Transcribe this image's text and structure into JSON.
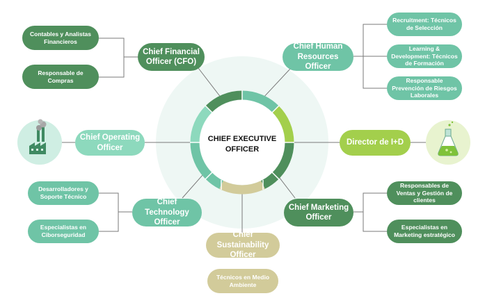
{
  "center": {
    "title": "CHIEF EXECUTIVE OFFICER"
  },
  "executives": {
    "cfo": "Chief Financial Officer (CFO)",
    "chro": "Chief Human Resources Officer",
    "coo": "Chief Operating Officer",
    "rd": "Director de I+D",
    "cto": "Chief Technology Officer",
    "cmo": "Chief Marketing Officer",
    "cso": "Chief Sustainability Officer"
  },
  "teams": {
    "cfo": [
      "Contables y Analistas Financieros",
      "Responsable de Compras"
    ],
    "chro": [
      "Recruitment: Técnicos de Selección",
      "Learning & Development: Técnicos de Formación",
      "Responsable Prevención de Riesgos Laborales"
    ],
    "cto": [
      "Desarrolladores y Soporte Técnico",
      "Especialistas en Ciborseguridad"
    ],
    "cmo": [
      "Responsables de Ventas y Gestión de clientes",
      "Especialistas en Marketing estratégico"
    ],
    "cso": [
      "Técnicos en Medio Ambiente"
    ]
  },
  "icons": {
    "factory": "factory-icon",
    "flask": "flask-icon"
  },
  "colors": {
    "dark_green": "#4f8f5c",
    "teal": "#6fc4a6",
    "light_teal": "#8dd9bd",
    "lime": "#a3cf4c",
    "tan": "#d2cb9a",
    "halo": "#eef7f4"
  }
}
